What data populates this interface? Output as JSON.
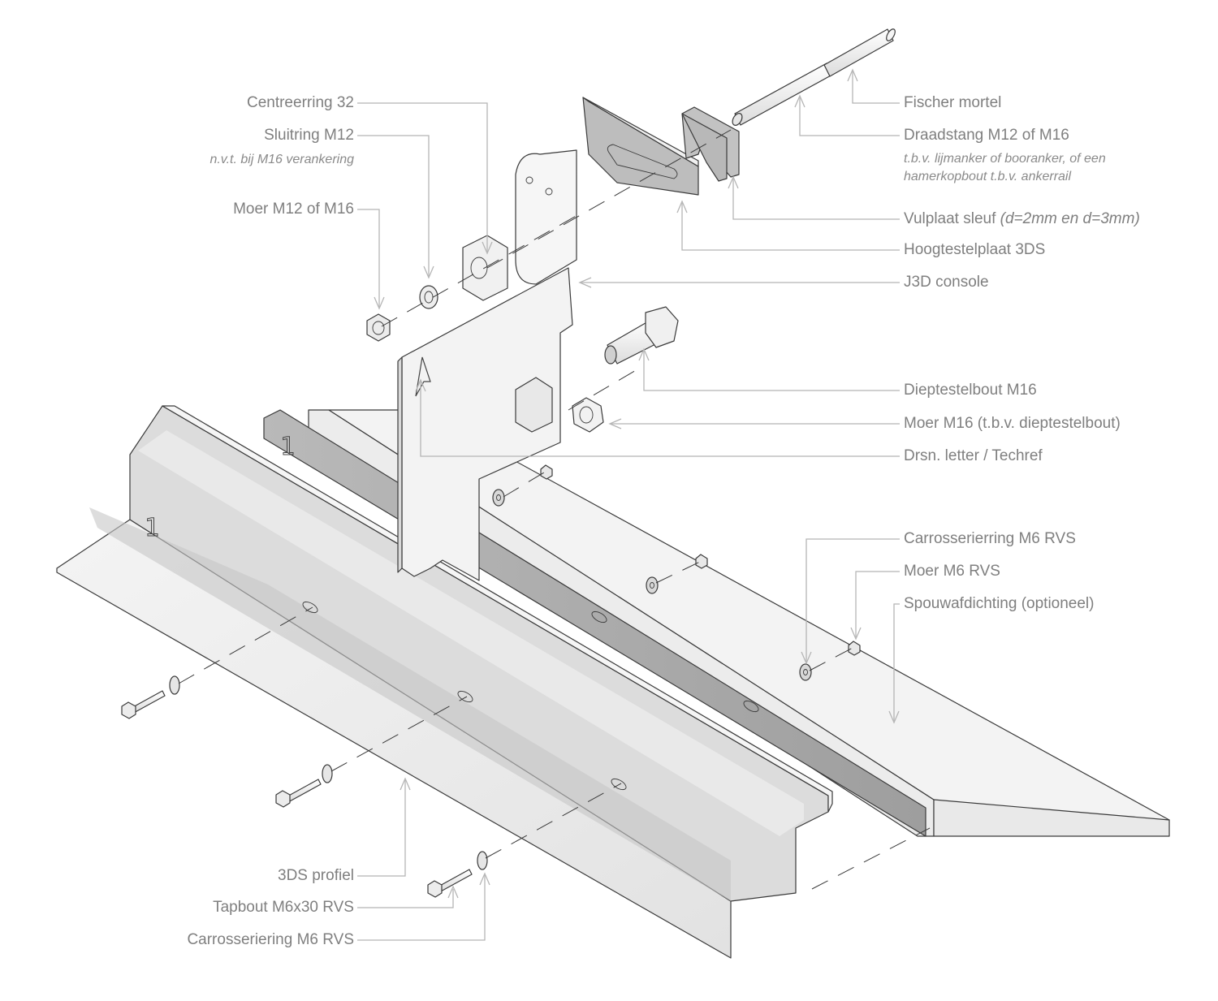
{
  "diagram": {
    "type": "exploded-assembly",
    "labels_left": [
      {
        "id": "centreerring",
        "text": "Centreerring 32"
      },
      {
        "id": "sluitring",
        "text": "Sluitring M12",
        "note": "n.v.t. bij M16 verankering"
      },
      {
        "id": "moer-m12",
        "text": "Moer M12 of M16"
      },
      {
        "id": "profiel",
        "text": "3DS profiel"
      },
      {
        "id": "tapbout",
        "text": "Tapbout M6x30 RVS"
      },
      {
        "id": "carrosseriering-left",
        "text": "Carrosseriering M6 RVS"
      }
    ],
    "labels_right": [
      {
        "id": "fischer",
        "text": "Fischer mortel"
      },
      {
        "id": "draadstang",
        "text": "Draadstang M12 of M16",
        "note_line1": "t.b.v. lijmanker of booranker, of een",
        "note_line2": "hamerkopbout t.b.v. ankerrail"
      },
      {
        "id": "vulplaat",
        "text": "Vulplaat sleuf ",
        "note": "(d=2mm en d=3mm)"
      },
      {
        "id": "hoogtestelplaat",
        "text": "Hoogtestelplaat 3DS"
      },
      {
        "id": "console",
        "text": "J3D console"
      },
      {
        "id": "dieptestelbout",
        "text": "Dieptestelbout M16"
      },
      {
        "id": "moer-m16",
        "text": "Moer M16 (t.b.v. dieptestelbout)"
      },
      {
        "id": "drsn",
        "text": "Drsn. letter / Techref"
      },
      {
        "id": "carrosserierring-right",
        "text": "Carrosserierring M6 RVS"
      },
      {
        "id": "moer-m6",
        "text": "Moer M6 RVS"
      },
      {
        "id": "spouwafdichting",
        "text": "Spouwafdichting (optioneel)"
      }
    ],
    "part_markings": {
      "profile_number": "1",
      "seal_number": "1",
      "console_letter": "A"
    },
    "colors": {
      "label_text": "#7f7f7f",
      "leader_line": "#b5b5b5",
      "part_fill_light": "#f2f2f2",
      "part_fill_mid": "#d0d0d0",
      "part_fill_dark": "#a8a8a8",
      "outline": "#3a3a3a"
    }
  }
}
